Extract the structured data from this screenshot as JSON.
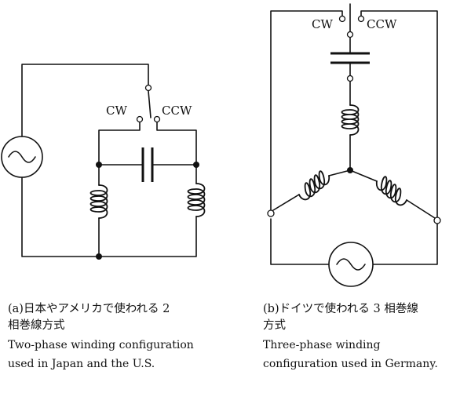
{
  "labels": {
    "a_cw": "CW",
    "a_ccw": "CCW",
    "b_cw": "CW",
    "b_ccw": "CCW"
  },
  "captions": {
    "a_jp_line1": "(a)日本やアメリカで使われる 2",
    "a_jp_line2": "相巻線方式",
    "a_en_line1": "Two-phase winding configuration",
    "a_en_line2": "used in Japan and the U.S.",
    "b_jp_line1": "(b)ドイツで使われる 3 相巻線",
    "b_jp_line2": "方式",
    "b_en_line1": "Three-phase winding",
    "b_en_line2": "configuration used in Germany."
  },
  "icons": {
    "ac_source": "sine-wave-in-circle",
    "capacitor": "parallel-plates",
    "winding": "inductor-coil"
  }
}
